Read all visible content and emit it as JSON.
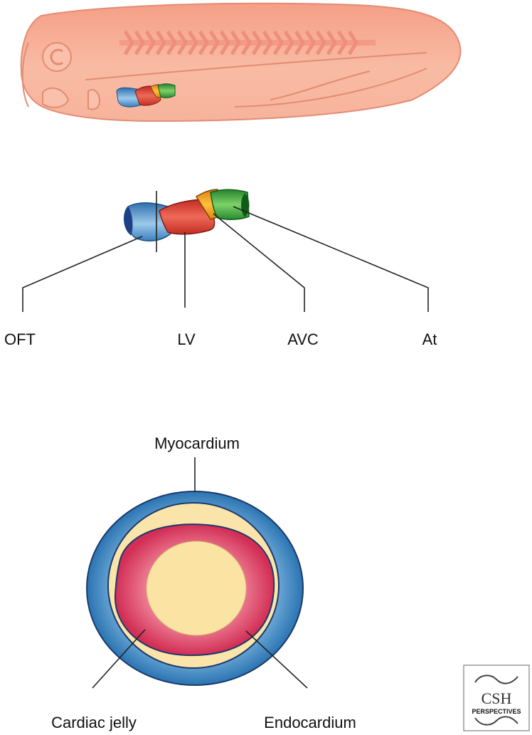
{
  "heart_labels": {
    "oft": "OFT",
    "lv": "LV",
    "avc": "AVC",
    "at": "At"
  },
  "section_labels": {
    "myocardium": "Myocardium",
    "cardiac_jelly": "Cardiac jelly",
    "endocardium": "Endocardium"
  },
  "logo": {
    "line1": "CSH",
    "line2": "PERSPECTIVES"
  },
  "colors": {
    "embryo": "#f7b199",
    "embryo_stroke": "#e48b73",
    "somite": "#ef8e7a",
    "oft": "#4f94c9",
    "lv": "#d63a2c",
    "avc": "#f49d1d",
    "atrium": "#3aa03c",
    "myocardium": "#2f79b4",
    "cardiac_jelly": "#fbe4a9",
    "endocardium": "#d8345c",
    "lumen": "#fbe4a3",
    "logo_orange": "#c2661f"
  }
}
